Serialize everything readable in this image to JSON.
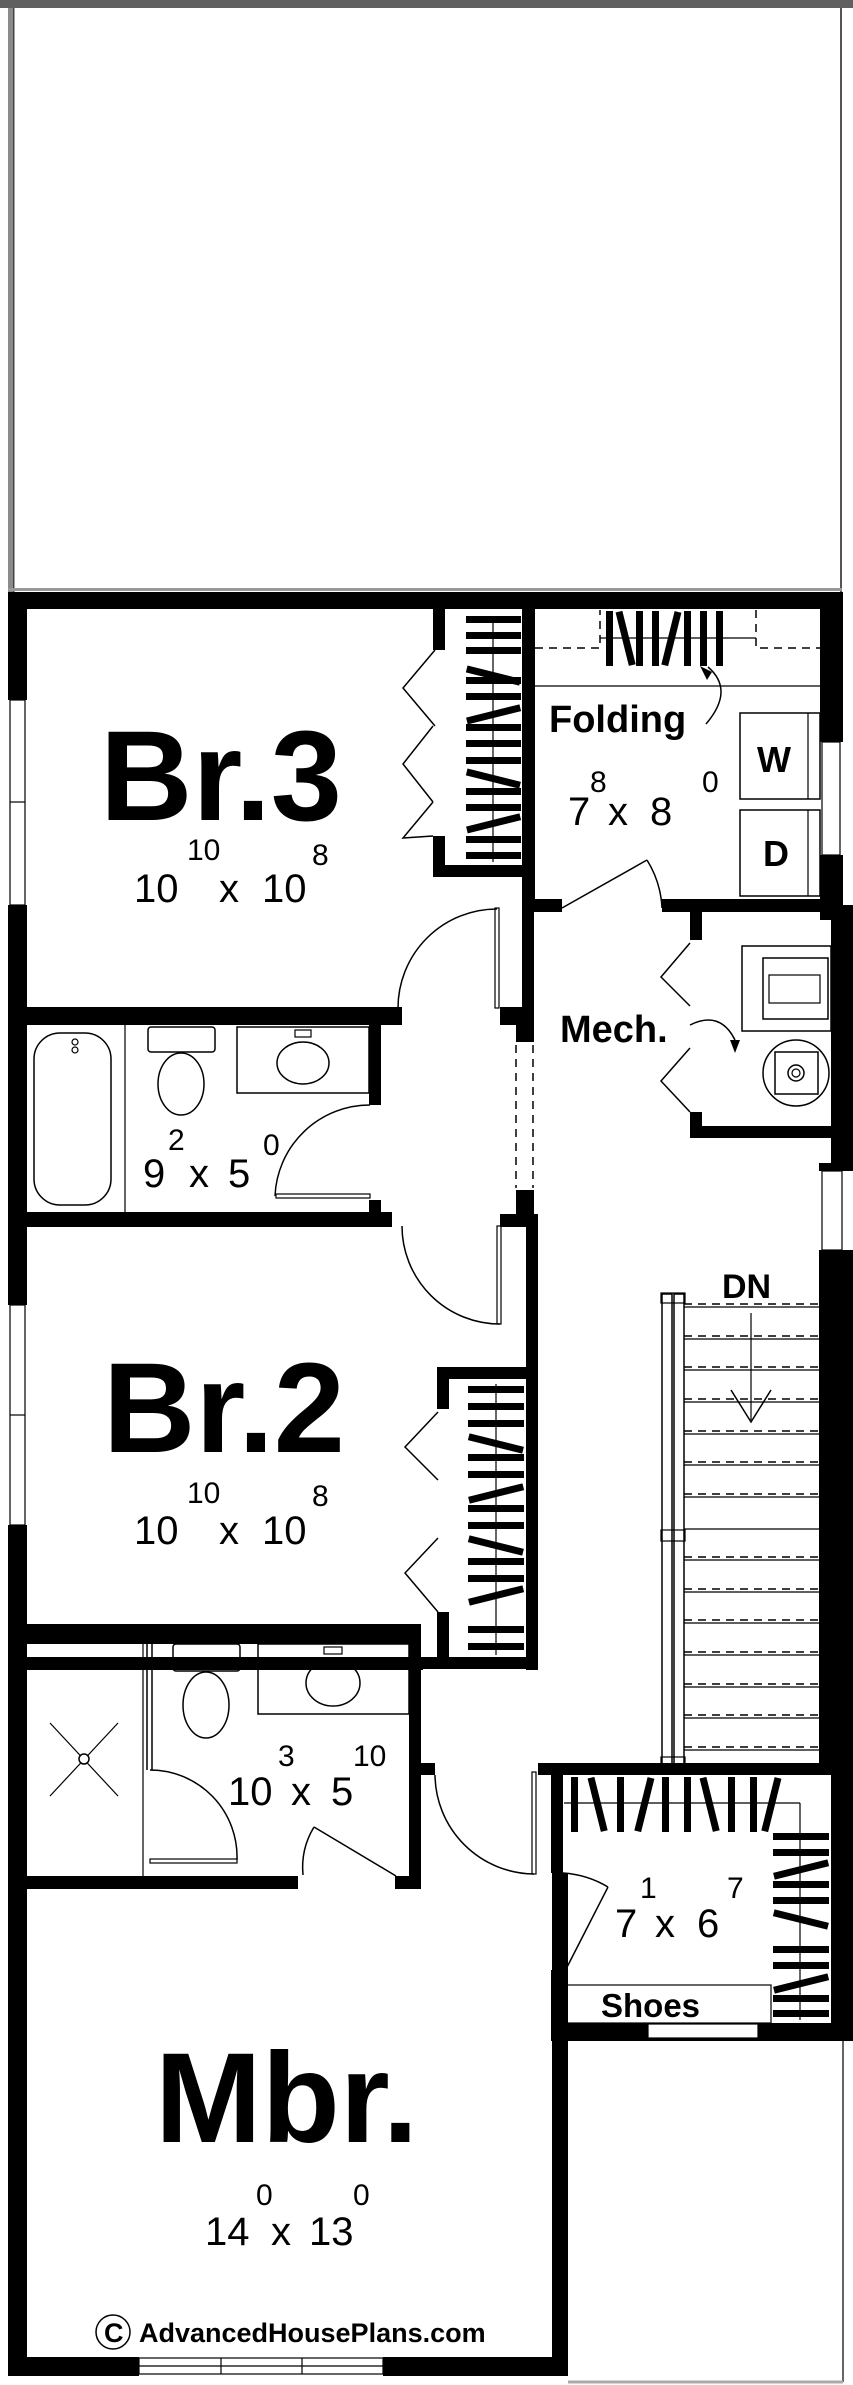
{
  "plan": {
    "frame_color": "#606060",
    "wall_color": "#000000",
    "background": "#ffffff"
  },
  "rooms": {
    "br3": {
      "name": "Br.3",
      "width_ft": "10",
      "width_in": "10",
      "depth_ft": "10",
      "depth_in": "8",
      "times": "x"
    },
    "laundry": {
      "label": "Folding",
      "width_ft": "7",
      "width_in": "8",
      "depth_ft": "8",
      "depth_in": "0",
      "times": "x",
      "washer": "W",
      "dryer": "D"
    },
    "mech": {
      "name": "Mech."
    },
    "bath2": {
      "width_ft": "9",
      "width_in": "2",
      "depth_ft": "5",
      "depth_in": "0",
      "times": "x"
    },
    "br2": {
      "name": "Br.2",
      "width_ft": "10",
      "width_in": "10",
      "depth_ft": "10",
      "depth_in": "8",
      "times": "x"
    },
    "stairs": {
      "label": "DN"
    },
    "master_bath": {
      "width_ft": "10",
      "width_in": "3",
      "depth_ft": "5",
      "depth_in": "10",
      "times": "x"
    },
    "walk_in_closet": {
      "width_ft": "7",
      "width_in": "1",
      "depth_ft": "6",
      "depth_in": "7",
      "times": "x",
      "shelf_label": "Shoes"
    },
    "mbr": {
      "name": "Mbr.",
      "width_ft": "14",
      "width_in": "0",
      "depth_ft": "13",
      "depth_in": "0",
      "times": "x"
    }
  },
  "footer": {
    "copyright_symbol": "C",
    "copyright_text": "AdvancedHousePlans.com"
  }
}
